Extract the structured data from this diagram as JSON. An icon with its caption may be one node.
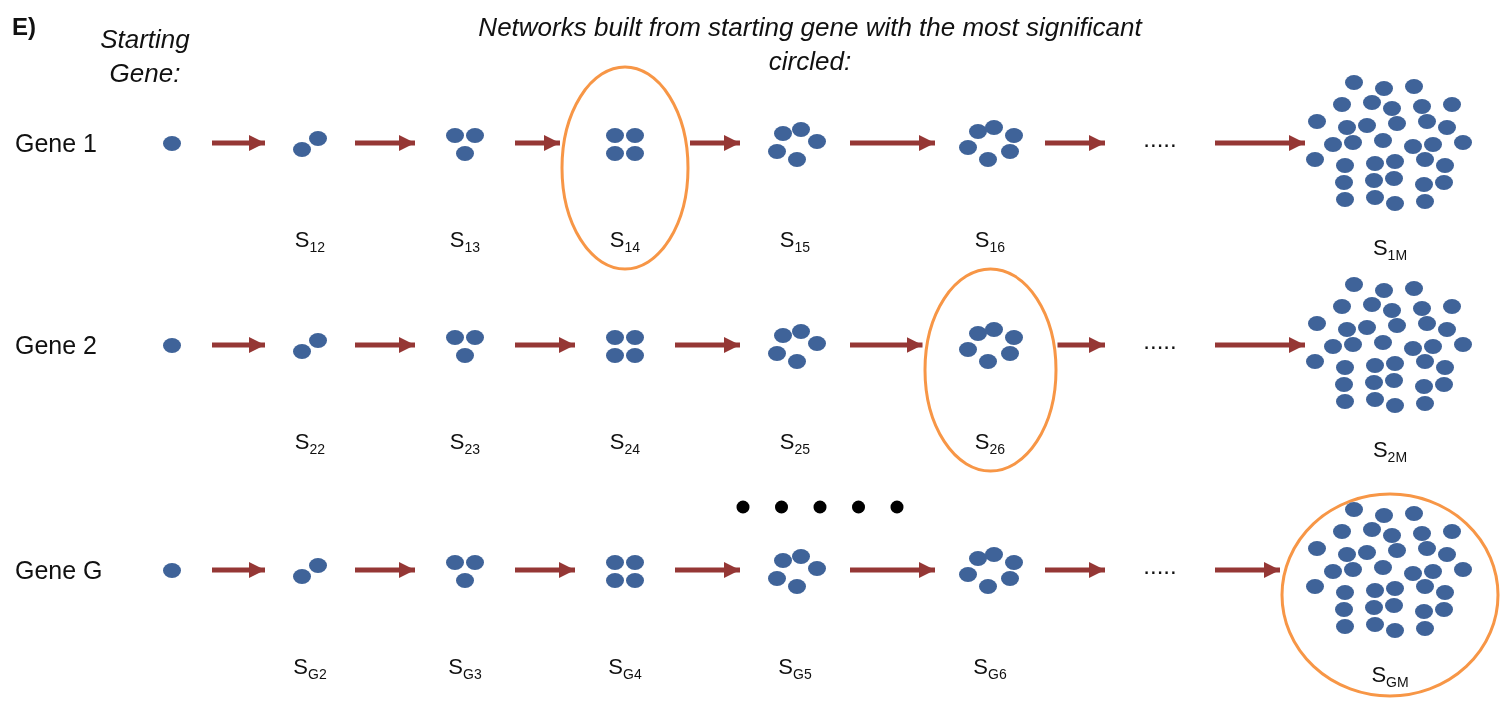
{
  "diagram": {
    "nodes": [
      {
        "text": [],
        "shape": "circle"
      },
      {
        "text": [],
        "shape": "picture",
        "beside": [
          "S$_{12}$"
        ]
      },
      {
        "text": [],
        "shape": "picture",
        "beside": [
          "S$_{13}$"
        ]
      },
      {
        "text": [],
        "shape": "circle"
      },
      {
        "text": [],
        "shape": "picture",
        "beside": [
          "S$_{14}$"
        ],
        "in": 3
      },
      {
        "text": [],
        "shape": "picture",
        "beside": [
          "S$_{15}$"
        ]
      },
      {
        "text": [],
        "shape": "picture",
        "beside": [
          "S$_{16}$"
        ]
      },
      {
        "text": [
          "....."
        ]
      },
      {
        "text": [],
        "shape": "picture",
        "beside": [
          "S$_{1M}$"
        ]
      },
      {
        "text": [],
        "shape": "circle"
      },
      {
        "text": [],
        "shape": "picture",
        "beside": [
          "S$_{22}$"
        ]
      },
      {
        "text": [],
        "shape": "picture",
        "beside": [
          "S$_{23}$"
        ]
      },
      {
        "text": [],
        "shape": "picture",
        "beside": [
          "S$_{24}$"
        ]
      },
      {
        "text": [],
        "shape": "picture",
        "beside": [
          "S$_{25}$"
        ]
      },
      {
        "text": [],
        "shape": "circle"
      },
      {
        "text": [],
        "shape": "picture",
        "beside": [
          "S$_{26}$"
        ],
        "in": 14
      },
      {
        "text": [
          "....."
        ]
      },
      {
        "text": [],
        "shape": "picture",
        "beside": [
          "S$_{2M}$"
        ]
      },
      {
        "text": [],
        "shape": "circle"
      },
      {
        "text": [],
        "shape": "picture",
        "beside": [
          "S$_{G2}$"
        ]
      },
      {
        "text": [],
        "shape": "picture",
        "beside": [
          "S$_{G3}$"
        ]
      },
      {
        "text": [],
        "shape": "picture",
        "beside": [
          "S$_{G4}$"
        ]
      },
      {
        "text": [],
        "shape": "picture",
        "beside": [
          "S$_{G5}$"
        ]
      },
      {
        "text": [],
        "shape": "picture",
        "beside": [
          "S$_{G6}$"
        ]
      },
      {
        "text": [
          "....."
        ]
      },
      {
        "text": [],
        "shape": "circle"
      },
      {
        "text": [],
        "shape": "picture",
        "beside": [
          "S$_{GM}$"
        ],
        "in": 25
      }
    ],
    "edges": [
      {
        "from": 0,
        "to": 1,
        "arrow": "to"
      },
      {
        "from": 1,
        "to": 2,
        "arrow": "to"
      },
      {
        "from": 2,
        "to": 3,
        "arrow": "to"
      },
      {
        "from": 3,
        "to": 5,
        "arrow": "to"
      },
      {
        "from": 5,
        "to": 6,
        "arrow": "to"
      },
      {
        "from": 6,
        "to": 7,
        "arrow": "to"
      },
      {
        "from": 7,
        "to": 8,
        "arrow": "to"
      },
      {
        "from": 9,
        "to": 10,
        "arrow": "to"
      },
      {
        "from": 10,
        "to": 11,
        "arrow": "to"
      },
      {
        "from": 11,
        "to": 12,
        "arrow": "to"
      },
      {
        "from": 12,
        "to": 13,
        "arrow": "to"
      },
      {
        "from": 13,
        "to": 14,
        "arrow": "to"
      },
      {
        "from": 14,
        "to": 16,
        "arrow": "to"
      },
      {
        "from": 16,
        "to": 17,
        "arrow": "to"
      },
      {
        "from": 18,
        "to": 19,
        "arrow": "to"
      },
      {
        "from": 19,
        "to": 20,
        "arrow": "to"
      },
      {
        "from": 20,
        "to": 21,
        "arrow": "to"
      },
      {
        "from": 21,
        "to": 22,
        "arrow": "to"
      },
      {
        "from": 22,
        "to": 23,
        "arrow": "to"
      },
      {
        "from": 23,
        "to": 24,
        "arrow": "to"
      },
      {
        "from": 24,
        "to": 25,
        "arrow": "to"
      }
    ],
    "labels": [
      "E)",
      "Starting Gene:",
      "Networks built from starting gene with the most significant circled:",
      "Gene 1",
      "Gene 2",
      "Gene G"
    ]
  }
}
